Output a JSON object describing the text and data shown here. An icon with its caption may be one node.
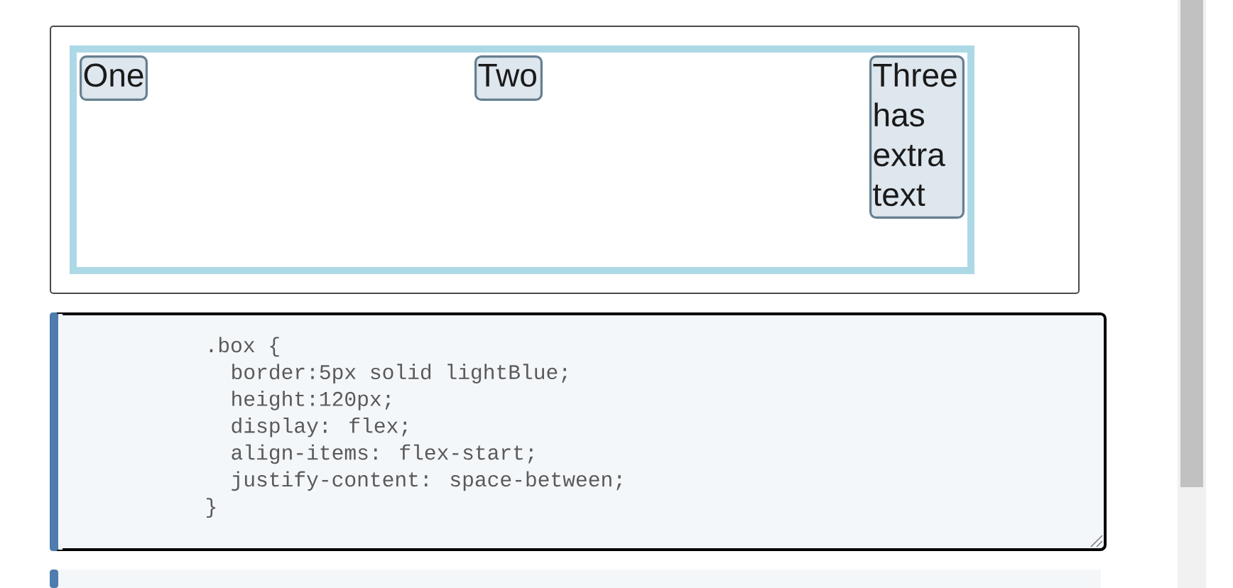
{
  "diagram": {
    "nodes": [
      {
        "text": [],
        "shape": "box"
      },
      {
        "text": [],
        "shape": "box",
        "in": 0
      },
      {
        "text": [
          "One"
        ],
        "in": 1
      },
      {
        "text": [
          "Two"
        ],
        "in": 1
      },
      {
        "text": [
          "Three has extra text"
        ],
        "in": 1
      },
      {
        "text": [
          ".box {",
          "border:5px solid lightBlue;",
          "height:120px;",
          "display: flex;",
          "align-items: flex-start;",
          "justify-content: space-between;",
          "}"
        ]
      },
      {
        "text": [],
        "shape": "box"
      }
    ]
  }
}
